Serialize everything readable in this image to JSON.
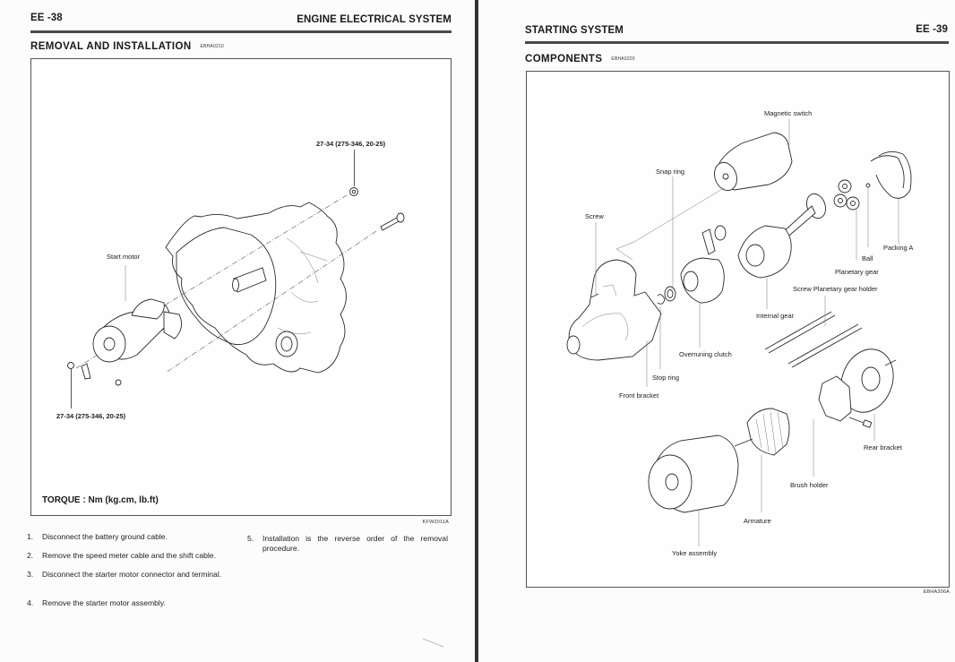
{
  "left_page": {
    "page_number": "EE -38",
    "chapter_title": "ENGINE ELECTRICAL SYSTEM",
    "section": {
      "title": "REMOVAL AND INSTALLATION",
      "code": "EBHA0210"
    },
    "figure": {
      "callouts": {
        "top_torque": "27-34 (275-346, 20-25)",
        "start_motor": "Start motor",
        "bottom_torque": "27-34 (275-346, 20-25)"
      },
      "torque_legend": "TORQUE : Nm (kg.cm, lb.ft)",
      "figure_code": "KFW2011A"
    },
    "steps": [
      {
        "num": "1.",
        "text": "Disconnect the battery ground cable."
      },
      {
        "num": "2.",
        "text": "Remove the speed meter cable and the shift cable."
      },
      {
        "num": "3.",
        "text": "Disconnect the starter motor connector and terminal."
      },
      {
        "num": "4.",
        "text": "Remove the starter motor assembly."
      },
      {
        "num": "5.",
        "text": "Installation is the reverse order of the removal procedure."
      }
    ]
  },
  "right_page": {
    "page_number": "EE -39",
    "chapter_title": "STARTING SYSTEM",
    "section": {
      "title": "COMPONENTS",
      "code": "EBHA0220"
    },
    "figure": {
      "callouts": {
        "magnetic_switch": "Magnetic switch",
        "snap_ring": "Snap ring",
        "screw": "Screw",
        "packing_a": "Packing A",
        "ball": "Ball",
        "planetary_gear": "Planetary gear",
        "screw_planetary_gear_holder": "Screw Planetary gear holder",
        "internal_gear": "Internal gear",
        "overrunning_clutch": "Overruning clutch",
        "stop_ring": "Stop ring",
        "front_bracket": "Front bracket",
        "rear_bracket": "Rear bracket",
        "brush_holder": "Brush holder",
        "armature": "Armature",
        "yoke_assembly": "Yoke assembly"
      },
      "figure_code": "EBHA306A"
    }
  }
}
